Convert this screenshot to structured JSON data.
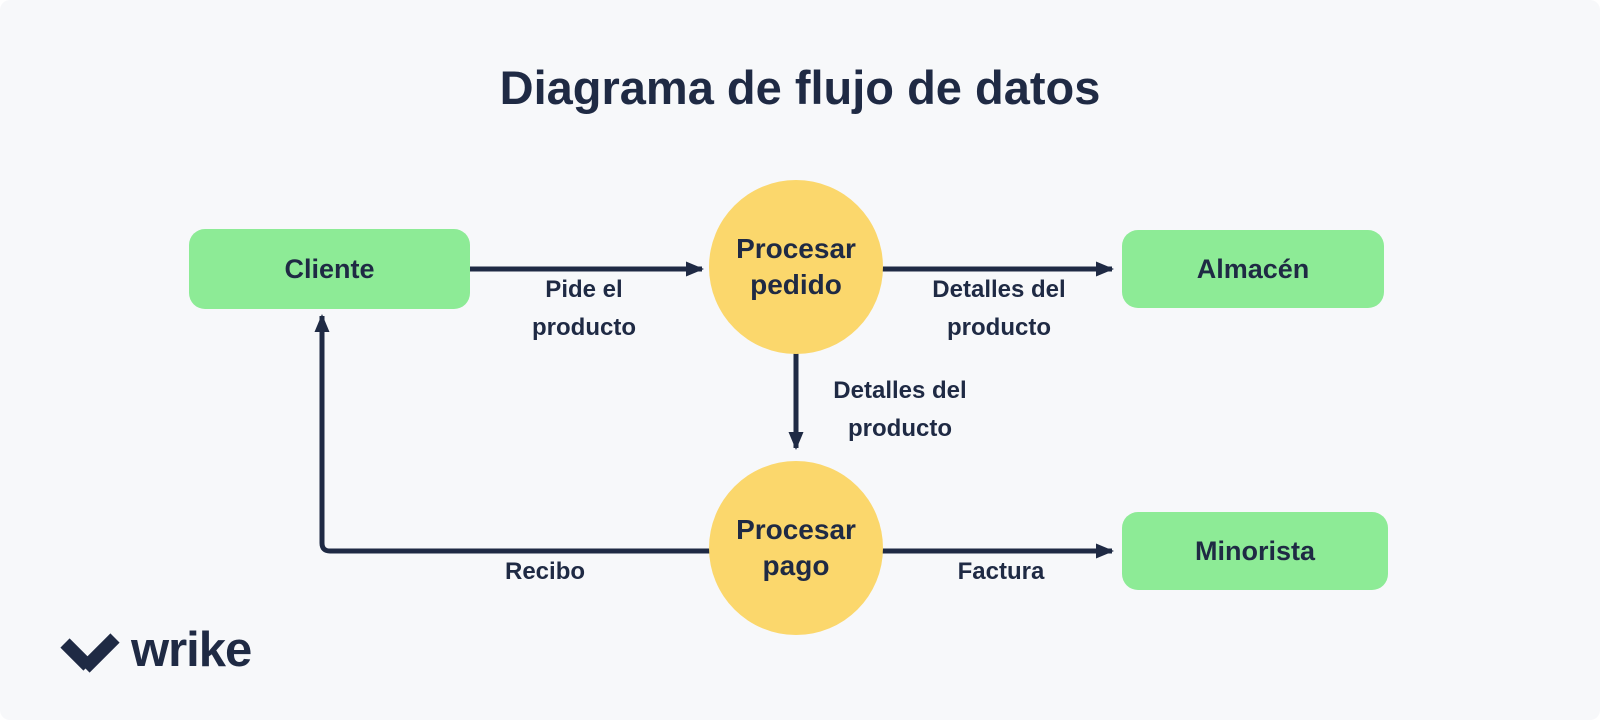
{
  "title": "Diagrama de flujo de datos",
  "colors": {
    "background": "#F7F8FA",
    "ink": "#1F2A44",
    "entity_green": "#8DEB96",
    "process_yellow": "#FBD76C"
  },
  "diagram": {
    "nodes": {
      "cliente": {
        "label": "Cliente",
        "shape": "rounded-rect",
        "color": "#8DEB96"
      },
      "procesar_pedido": {
        "lines": [
          "Procesar",
          "pedido"
        ],
        "shape": "circle",
        "color": "#FBD76C"
      },
      "almacen": {
        "label": "Almacén",
        "shape": "rounded-rect",
        "color": "#8DEB96"
      },
      "procesar_pago": {
        "lines": [
          "Procesar",
          "pago"
        ],
        "shape": "circle",
        "color": "#FBD76C"
      },
      "minorista": {
        "label": "Minorista",
        "shape": "rounded-rect",
        "color": "#8DEB96"
      }
    },
    "edges": {
      "pide_el_producto": {
        "from": "cliente",
        "to": "procesar_pedido",
        "lines": [
          "Pide el",
          "producto"
        ]
      },
      "detalles_del_producto_almacen": {
        "from": "procesar_pedido",
        "to": "almacen",
        "lines": [
          "Detalles del",
          "producto"
        ]
      },
      "detalles_del_producto_pago": {
        "from": "procesar_pedido",
        "to": "procesar_pago",
        "lines": [
          "Detalles del",
          "producto"
        ]
      },
      "recibo": {
        "from": "procesar_pago",
        "to": "cliente",
        "label": "Recibo"
      },
      "factura": {
        "from": "procesar_pago",
        "to": "minorista",
        "label": "Factura"
      }
    }
  },
  "logo": {
    "brand": "wrike"
  }
}
